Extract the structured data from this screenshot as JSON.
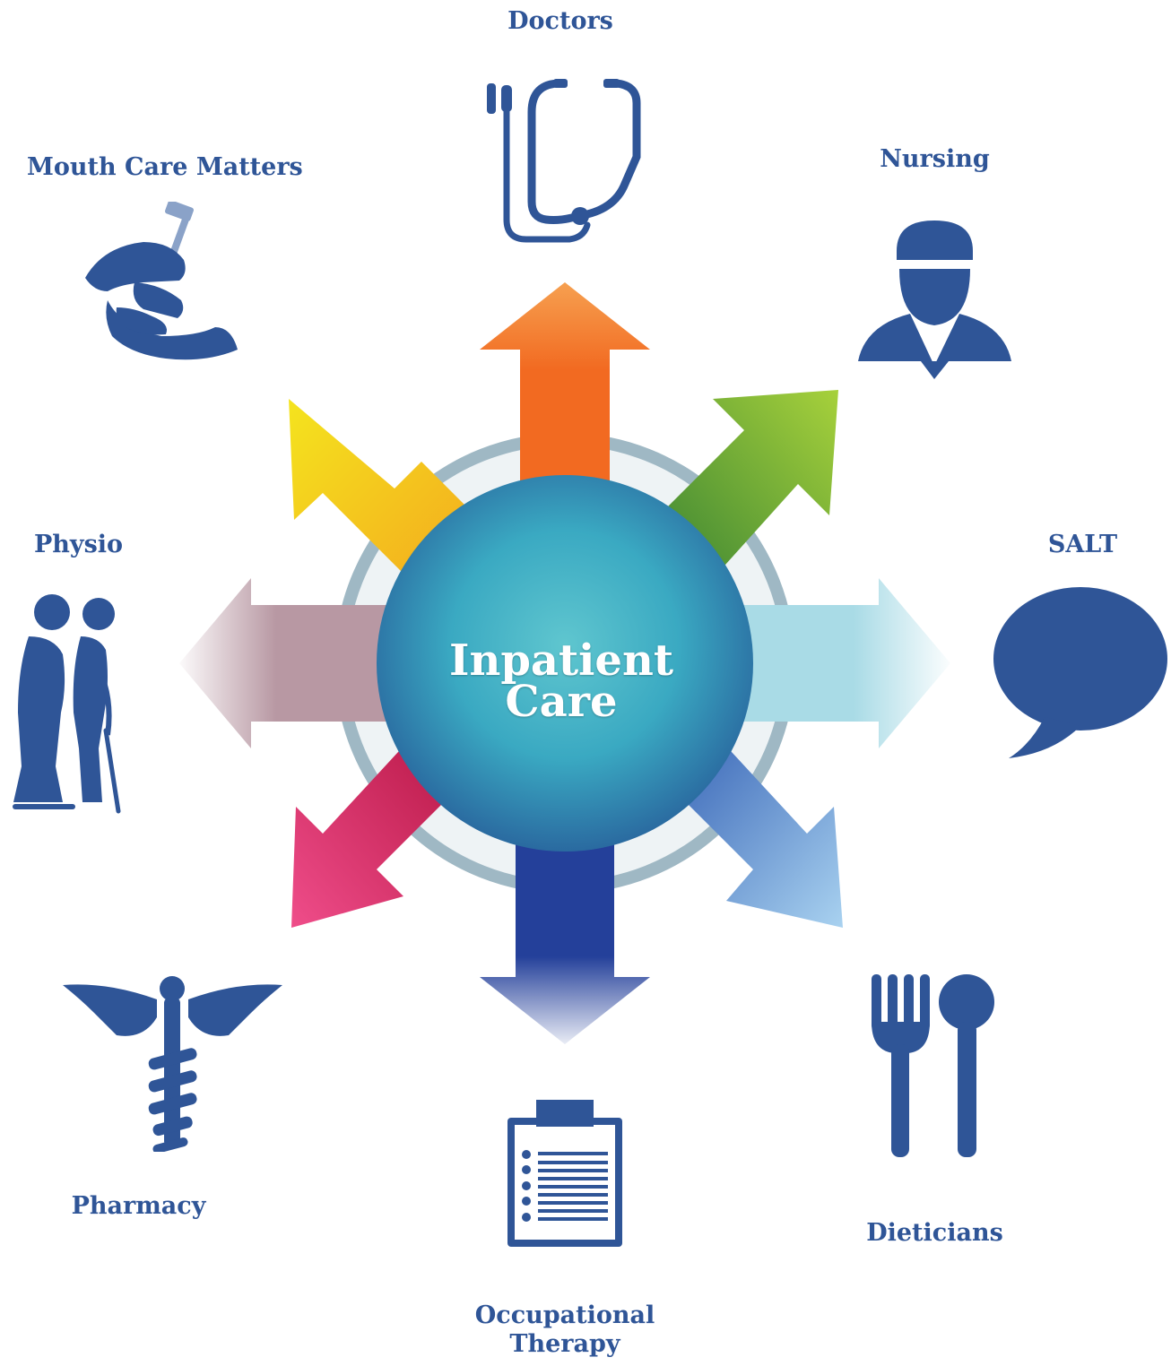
{
  "colors": {
    "label": "#2f5597",
    "icon": "#2f5597",
    "hub_center": "#3aa9c2"
  },
  "hub": {
    "title_line1": "Inpatient",
    "title_line2": "Care"
  },
  "arrows": [
    {
      "direction": "up",
      "color": "#f26a21"
    },
    {
      "direction": "up-right",
      "color": "#6db33f"
    },
    {
      "direction": "right",
      "color": "#a9dbe6"
    },
    {
      "direction": "down-right",
      "color": "#3a6fbf"
    },
    {
      "direction": "down",
      "color": "#24409a"
    },
    {
      "direction": "down-left",
      "color": "#e5186d"
    },
    {
      "direction": "left",
      "color": "#b898a3"
    },
    {
      "direction": "up-left",
      "color": "#f6c21a"
    }
  ],
  "nodes": {
    "doctors": {
      "label": "Doctors",
      "icon": "stethoscope-icon"
    },
    "nursing": {
      "label": "Nursing",
      "icon": "nurse-icon"
    },
    "salt": {
      "label": "SALT",
      "icon": "speech-bubble-icon"
    },
    "dieticians": {
      "label": "Dieticians",
      "icon": "fork-spoon-icon"
    },
    "occupational_therapy": {
      "label_line1": "Occupational",
      "label_line2": "Therapy",
      "icon": "clipboard-icon"
    },
    "pharmacy": {
      "label": "Pharmacy",
      "icon": "caduceus-icon"
    },
    "physio": {
      "label": "Physio",
      "icon": "walking-assist-icon"
    },
    "mouth_care": {
      "label": "Mouth Care Matters",
      "icon": "toothbrush-hands-icon"
    }
  }
}
